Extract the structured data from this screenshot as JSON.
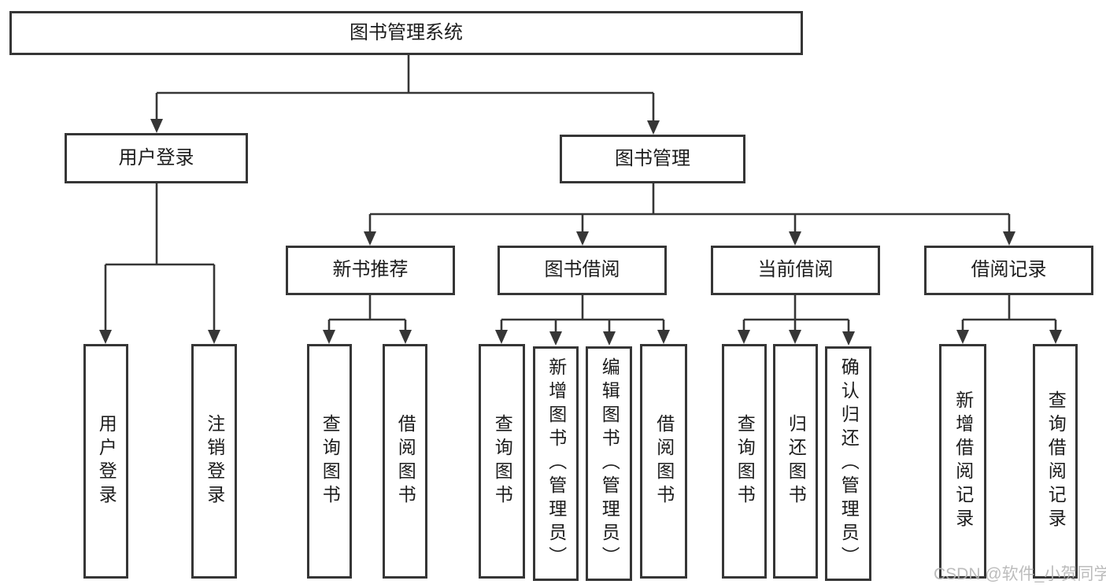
{
  "colors": {
    "line": "#363636",
    "text": "#1c1c1c",
    "box-bg": "#ffffff",
    "watermark": "#b5b5b5",
    "bg": "#ffffff"
  },
  "watermark": "CSDN @软件_小贺同学",
  "nodes": {
    "root": "图书管理系统",
    "user_login": "用户登录",
    "book_mgmt": "图书管理",
    "new_books": "新书推荐",
    "book_borrow": "图书借阅",
    "current_borrow": "当前借阅",
    "borrow_records": "借阅记录",
    "leaves": {
      "user_login": [
        "用户登录",
        "注销登录"
      ],
      "new_books": [
        "查询图书",
        "借阅图书"
      ],
      "book_borrow": [
        "查询图书",
        "新增图书（管理员）",
        "编辑图书（管理员）",
        "借阅图书"
      ],
      "current_borrow": [
        "查询图书",
        "归还图书",
        "确认归还（管理员）"
      ],
      "borrow_records": [
        "新增借阅记录",
        "查询借阅记录"
      ]
    }
  }
}
